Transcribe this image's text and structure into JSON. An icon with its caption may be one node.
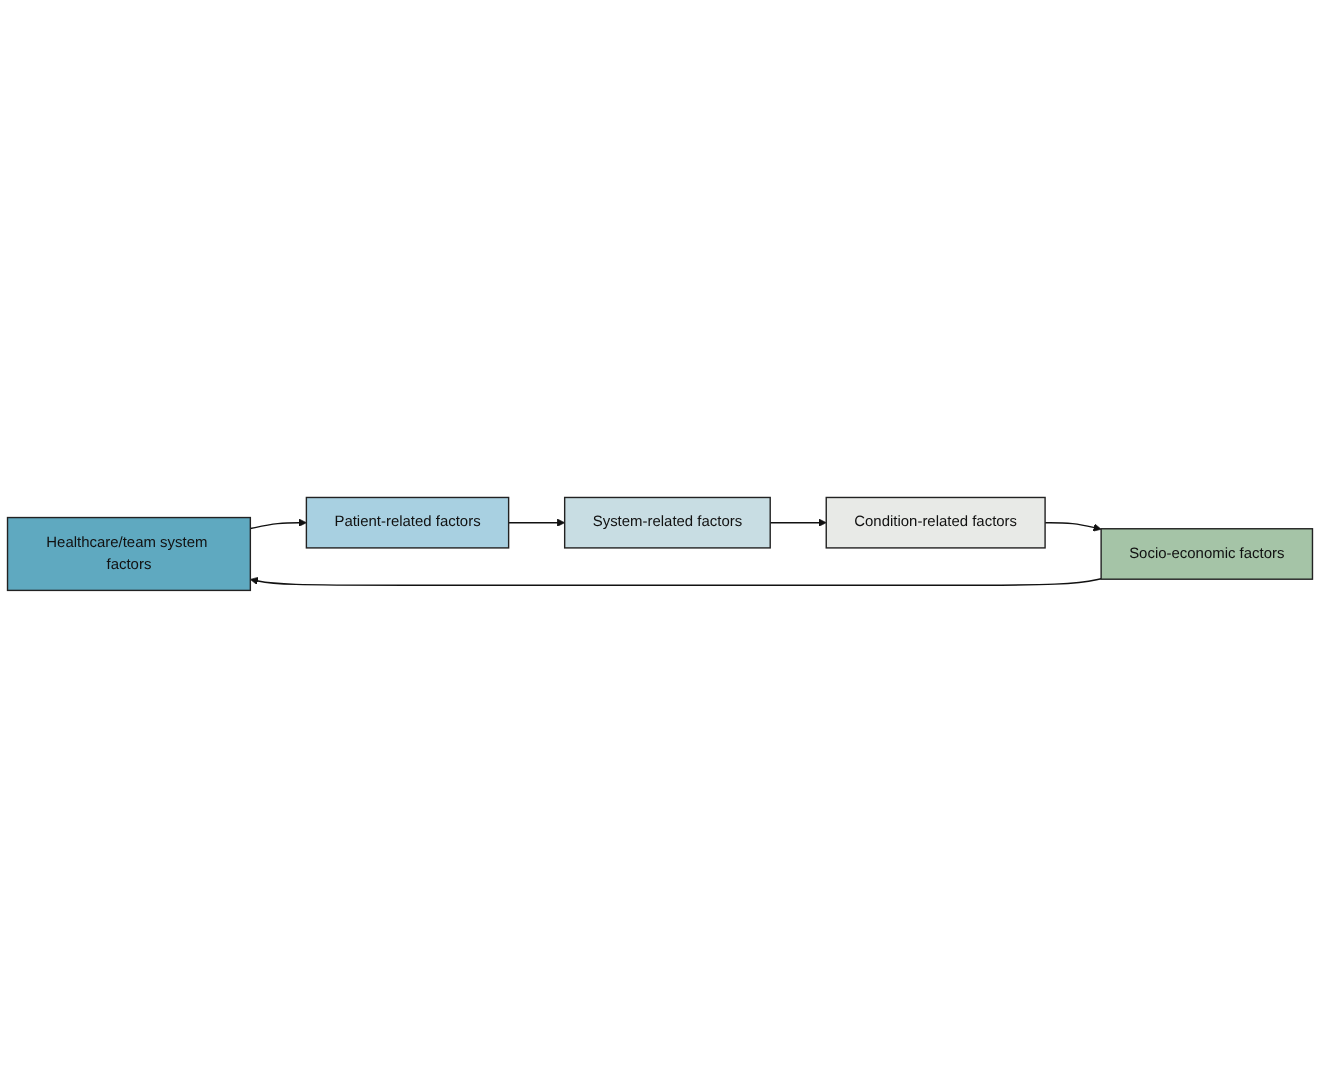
{
  "diagram": {
    "nodes": [
      {
        "text": [
          "Healthcare/team system factors"
        ]
      },
      {
        "text": [
          "Patient-related factors"
        ]
      },
      {
        "text": [
          "System-related factors"
        ]
      },
      {
        "text": [
          "Condition-related factors"
        ]
      },
      {
        "text": [
          "Socio-economic factors"
        ]
      }
    ],
    "edges": [
      {
        "from": 0,
        "to": 1,
        "arrow": "to"
      },
      {
        "from": 1,
        "to": 2,
        "arrow": "to"
      },
      {
        "from": 2,
        "to": 3,
        "arrow": "to"
      },
      {
        "from": 3,
        "to": 4,
        "arrow": "to"
      },
      {
        "from": 4,
        "to": 0,
        "arrow": "to"
      }
    ]
  }
}
